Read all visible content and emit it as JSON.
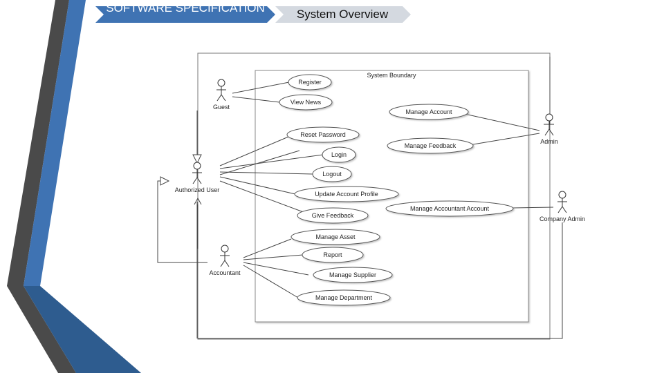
{
  "slide": {
    "breadcrumb_left": "SOFTWARE SPECIFICATION",
    "breadcrumb_right": "System Overview",
    "colors": {
      "blue": "#3f73b3",
      "dark_gray": "#4a4a4a",
      "navy": "#2e5c8f",
      "light_gray": "#d4d9e0"
    }
  },
  "diagram": {
    "boundary_label": "System Boundary",
    "actors": [
      {
        "id": "guest",
        "name": "Guest"
      },
      {
        "id": "authorized",
        "name": "Authorized User"
      },
      {
        "id": "accountant",
        "name": "Accountant"
      },
      {
        "id": "admin",
        "name": "Admin"
      },
      {
        "id": "company_admin",
        "name": "Company Admin"
      }
    ],
    "use_cases": [
      {
        "id": "register",
        "name": "Register"
      },
      {
        "id": "view_news",
        "name": "View News"
      },
      {
        "id": "manage_account",
        "name": "Manage Account"
      },
      {
        "id": "reset_password",
        "name": "Reset Password"
      },
      {
        "id": "manage_feedback",
        "name": "Manage Feedback"
      },
      {
        "id": "login",
        "name": "Login"
      },
      {
        "id": "logout",
        "name": "Logout"
      },
      {
        "id": "update_profile",
        "name": "Update Account Profile"
      },
      {
        "id": "manage_accountant_account",
        "name": "Manage Accountant Account"
      },
      {
        "id": "give_feedback",
        "name": "Give Feedback"
      },
      {
        "id": "manage_asset",
        "name": "Manage Asset"
      },
      {
        "id": "report",
        "name": "Report"
      },
      {
        "id": "manage_supplier",
        "name": "Manage Supplier"
      },
      {
        "id": "manage_department",
        "name": "Manage Department"
      }
    ]
  }
}
